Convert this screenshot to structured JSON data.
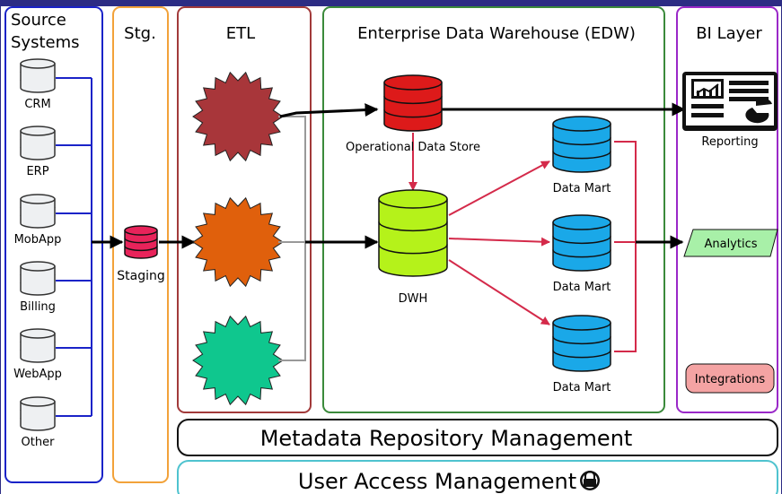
{
  "colors": {
    "frame_bg": "#2c2c84",
    "source_border": "#1a23c8",
    "staging_border": "#f2a23a",
    "etl_border": "#a23a3a",
    "edw_border": "#3b8a3b",
    "bi_border": "#9a28c8",
    "meta_border": "#111111",
    "access_border": "#4fc3cf",
    "source_line": "#1a23c8",
    "staging_db": "#e8235a",
    "ods_db": "#dd1a1a",
    "dwh_db": "#b5f21a",
    "mart_db": "#1aa8e8",
    "gear_1": "#a8363a",
    "gear_2": "#e0600c",
    "gear_3": "#0fc78e",
    "edw_arrow": "#d42a4a",
    "analytics_fill": "#a8f0a8",
    "integrations_fill": "#f4a3a3"
  },
  "sections": {
    "source": "Source\nSystems",
    "staging": "Stg.",
    "etl": "ETL",
    "edw": "Enterprise Data Warehouse (EDW)",
    "bi": "BI Layer"
  },
  "sources": [
    "CRM",
    "ERP",
    "MobApp",
    "Billing",
    "WebApp",
    "Other"
  ],
  "staging_label": "Staging",
  "etl_gear_count": 3,
  "edw": {
    "ods_label": "Operational Data Store",
    "dwh_label": "DWH",
    "data_marts": [
      "Data Mart",
      "Data Mart",
      "Data Mart"
    ]
  },
  "bi": {
    "reporting": "Reporting",
    "analytics": "Analytics",
    "integrations": "Integrations"
  },
  "bottom": {
    "metadata": "Metadata Repository Management",
    "access": "User Access Management"
  },
  "icons": {
    "source_db": "database-icon",
    "report": "report-chart-icon",
    "access": "lock-icon",
    "etl": "gear-icon"
  }
}
